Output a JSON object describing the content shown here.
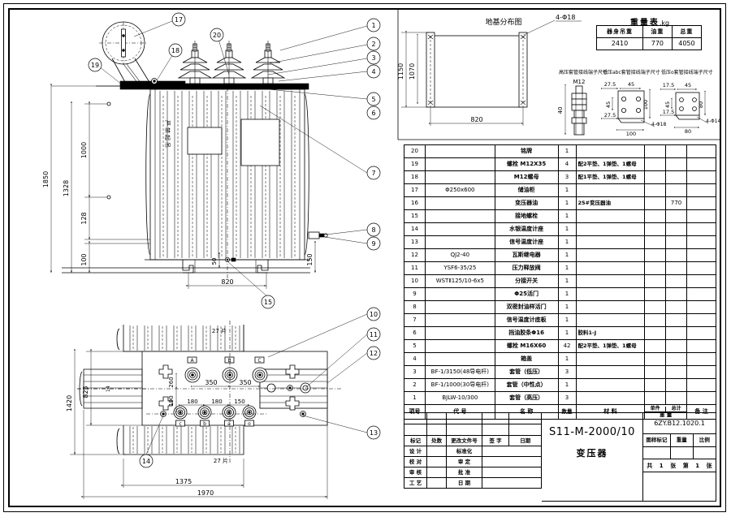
{
  "sheet": {
    "title_main": "S11-M-2000/10",
    "title_sub": "变压器",
    "drawing_no": "6ZY.B12.1020.1"
  },
  "weight_table": {
    "caption": "重量表",
    "unit": ",kg",
    "headers": [
      "器身吊重",
      "油重",
      "总重"
    ],
    "values": [
      "2410",
      "770",
      "4050"
    ]
  },
  "foundation": {
    "caption": "地基分布图",
    "hole_note": "4-Φ18",
    "dims": [
      "1150",
      "1070",
      "820"
    ]
  },
  "terminal_details": [
    {
      "caption": "高压套管接线端子尺寸",
      "labels": [
        "M12",
        "40"
      ]
    },
    {
      "caption": "低压abc套管接线端子尺寸",
      "labels": [
        "27.5",
        "45",
        "45",
        "27.5",
        "100",
        "100",
        "4-Φ18"
      ]
    },
    {
      "caption": "低压o套管接线端子尺寸",
      "labels": [
        "17.5",
        "45",
        "45",
        "17.5",
        "80",
        "80",
        "4-Φ14"
      ]
    }
  ],
  "front_view": {
    "dims_left": [
      "1850",
      "1328",
      "1000",
      "128",
      "100"
    ],
    "dims_bottom": [
      "820",
      "50",
      "150"
    ],
    "warning_text": "严禁起吊"
  },
  "plan_view": {
    "dims_left": [
      "1420",
      "825"
    ],
    "dims_inner": [
      "260",
      "190",
      "350",
      "350",
      "180",
      "180",
      "150"
    ],
    "dims_bottom": [
      "1375",
      "1970"
    ],
    "fin_note_top": "27 片",
    "fin_note_bottom": "27 片",
    "hv_terminals": [
      "A",
      "B",
      "C"
    ],
    "lv_terminals": [
      "c",
      "b",
      "a",
      "o"
    ]
  },
  "balloons": [
    "1",
    "2",
    "3",
    "4",
    "5",
    "6",
    "7",
    "8",
    "9",
    "10",
    "11",
    "12",
    "13",
    "14",
    "15",
    "17",
    "18",
    "19",
    "20"
  ],
  "parts_table": {
    "headers": [
      "项号",
      "代  号",
      "名   称",
      "数量",
      "材    料",
      "单件重量",
      "总计重量",
      "备   注"
    ],
    "header_weight_group": "重 量",
    "header_weight_sub": [
      "单件",
      "总计"
    ],
    "rows": [
      {
        "no": "20",
        "code": "",
        "name": "铭牌",
        "qty": "1",
        "mat": "",
        "w1": "",
        "w2": "",
        "rem": ""
      },
      {
        "no": "19",
        "code": "",
        "name": "螺栓 M12X35",
        "qty": "4",
        "mat": "配2平垫、1弹垫、1螺母",
        "w1": "",
        "w2": "",
        "rem": ""
      },
      {
        "no": "18",
        "code": "",
        "name": "M12螺母",
        "qty": "3",
        "mat": "配1平垫、1弹垫、1螺母",
        "w1": "",
        "w2": "",
        "rem": ""
      },
      {
        "no": "17",
        "code": "Φ250x600",
        "name": "储油柜",
        "qty": "1",
        "mat": "",
        "w1": "",
        "w2": "",
        "rem": ""
      },
      {
        "no": "16",
        "code": "",
        "name": "变压器油",
        "qty": "1",
        "mat": "25#变压器油",
        "w1": "",
        "w2": "770",
        "rem": ""
      },
      {
        "no": "15",
        "code": "",
        "name": "接地螺栓",
        "qty": "1",
        "mat": "",
        "w1": "",
        "w2": "",
        "rem": ""
      },
      {
        "no": "14",
        "code": "",
        "name": "水银温度计座",
        "qty": "1",
        "mat": "",
        "w1": "",
        "w2": "",
        "rem": ""
      },
      {
        "no": "13",
        "code": "",
        "name": "信号温度计座",
        "qty": "1",
        "mat": "",
        "w1": "",
        "w2": "",
        "rem": ""
      },
      {
        "no": "12",
        "code": "QJ2-40",
        "name": "瓦斯继电器",
        "qty": "1",
        "mat": "",
        "w1": "",
        "w2": "",
        "rem": ""
      },
      {
        "no": "11",
        "code": "YSF6-35/25",
        "name": "压力释放阀",
        "qty": "1",
        "mat": "",
        "w1": "",
        "w2": "",
        "rem": ""
      },
      {
        "no": "10",
        "code": "WSTⅡ125/10-6x5",
        "name": "分接开关",
        "qty": "1",
        "mat": "",
        "w1": "",
        "w2": "",
        "rem": ""
      },
      {
        "no": "9",
        "code": "",
        "name": "Φ25活门",
        "qty": "1",
        "mat": "",
        "w1": "",
        "w2": "",
        "rem": ""
      },
      {
        "no": "8",
        "code": "",
        "name": "双密封油样活门",
        "qty": "1",
        "mat": "",
        "w1": "",
        "w2": "",
        "rem": ""
      },
      {
        "no": "7",
        "code": "",
        "name": "信号温度计底板",
        "qty": "1",
        "mat": "",
        "w1": "",
        "w2": "",
        "rem": ""
      },
      {
        "no": "6",
        "code": "",
        "name": "挡油胶条Φ16",
        "qty": "1",
        "mat": "胶料1-Ј",
        "w1": "",
        "w2": "",
        "rem": ""
      },
      {
        "no": "5",
        "code": "",
        "name": "螺栓 M16X60",
        "qty": "42",
        "mat": "配2平垫、1弹垫、1螺母",
        "w1": "",
        "w2": "",
        "rem": ""
      },
      {
        "no": "4",
        "code": "",
        "name": "箱盖",
        "qty": "1",
        "mat": "",
        "w1": "",
        "w2": "",
        "rem": ""
      },
      {
        "no": "3",
        "code": "BF-1/3150(48导电杆)",
        "name": "套管（低压）",
        "qty": "3",
        "mat": "",
        "w1": "",
        "w2": "",
        "rem": ""
      },
      {
        "no": "2",
        "code": "BF-1/1000(30导电杆)",
        "name": "套管（中性点）",
        "qty": "1",
        "mat": "",
        "w1": "",
        "w2": "",
        "rem": ""
      },
      {
        "no": "1",
        "code": "BJLW-10/300",
        "name": "套管（高压）",
        "qty": "3",
        "mat": "",
        "w1": "",
        "w2": "",
        "rem": ""
      }
    ]
  },
  "title_block": {
    "rev_headers": [
      "标记",
      "处数",
      "更改文件号",
      "签  字",
      "日期"
    ],
    "left_roles": [
      "设 计",
      "校 对",
      "审 核",
      "工 艺"
    ],
    "mid_roles": [
      "标准化",
      "审 定",
      "批 准",
      "日 期"
    ],
    "right_headers": [
      "图样标记",
      "重量",
      "比例"
    ],
    "sheet_count_label_1": "共",
    "sheet_count_val_1": "1",
    "sheet_count_unit_1": "张",
    "sheet_count_label_2": "第",
    "sheet_count_val_2": "1",
    "sheet_count_unit_2": "张"
  }
}
